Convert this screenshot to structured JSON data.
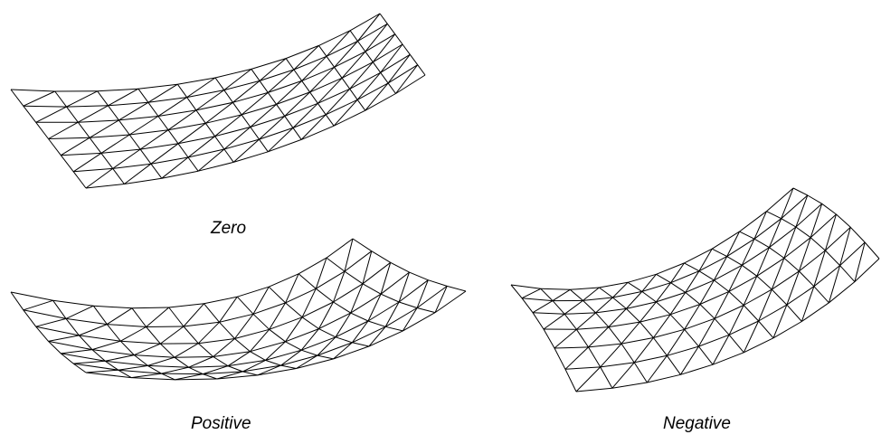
{
  "panels": [
    {
      "id": "zero",
      "label": "Zero",
      "curvature": "zero"
    },
    {
      "id": "positive",
      "label": "Positive",
      "curvature": "positive"
    },
    {
      "id": "negative",
      "label": "Negative",
      "curvature": "negative"
    }
  ],
  "mesh": {
    "columns": 10,
    "rows": 6,
    "stroke_color": "#000000",
    "background": "#ffffff"
  }
}
